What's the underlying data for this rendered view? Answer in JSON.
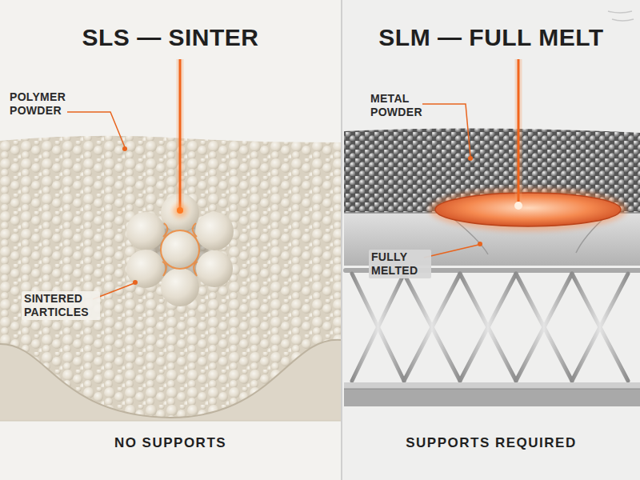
{
  "diagram": {
    "nodes": [
      {
        "text": [
          "SLS — SINTER",
          "NO SUPPORTS"
        ]
      },
      {
        "text": [
          "SLM — FULL MELT",
          "SUPPORTS REQUIRED"
        ]
      }
    ],
    "labels": [
      "POLYMER POWDER",
      "SINTERED PARTICLES",
      "METAL POWDER",
      "FULLY MELTED"
    ]
  }
}
